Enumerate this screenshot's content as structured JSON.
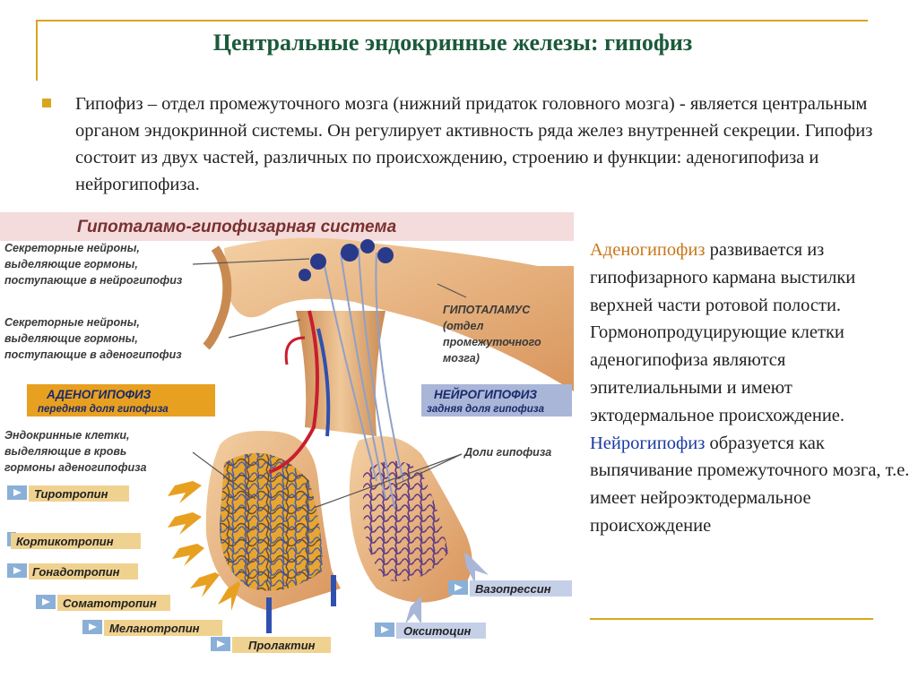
{
  "title": "Центральные эндокринные железы: гипофиз",
  "intro": "Гипофиз – отдел промежуточного мозга (нижний придаток головного мозга) - является центральным органом эндокринной системы. Он регулирует активность ряда желез внутренней секреции. Гипофиз состоит из двух частей, различных по происхождению, строению и функции: аденогипофиза и нейрогипофиза.",
  "diagram": {
    "heading": "Гипоталамо-гипофизарная система",
    "label_secretory_neuro": [
      "Секреторные нейроны,",
      "выделяющие гормоны,",
      "поступающие в нейрогипофиз"
    ],
    "label_secretory_adeno": [
      "Секреторные нейроны,",
      "выделяющие гормоны,",
      "поступающие в аденогипофиз"
    ],
    "label_hypothalamus": [
      "ГИПОТАЛАМУС",
      "(отдел",
      "промежуточного",
      "мозга)"
    ],
    "adeno_box": {
      "title": "АДЕНОГИПОФИЗ",
      "subtitle": "передняя доля гипофиза"
    },
    "neuro_box": {
      "title": "НЕЙРОГИПОФИЗ",
      "subtitle": "задняя доля гипофиза"
    },
    "label_endocrine": [
      "Эндокринные клетки,",
      "выделяющие в кровь",
      "гормоны аденогипофиза"
    ],
    "label_lobes": "Доли гипофиза",
    "hormones": [
      "Тиротропин",
      "Кортикотропин",
      "Гонадотропин",
      "Соматотропин",
      "Меланотропин",
      "Пролактин",
      "Окситоцин",
      "Вазопрессин"
    ],
    "colors": {
      "adeno_fill": "#e8a020",
      "tissue": "#e8b88a",
      "artery": "#cc2030",
      "vein": "#3050b0",
      "neuron": "#2a3a8a"
    }
  },
  "right": {
    "adeno_term": "Аденогипофиз",
    "adeno_text": " развивается из гипофизарного кармана выстилки верхней части ротовой полости. Гормонопродуцирующие клетки аденогипофиза являются эпителиальными и имеют эктодермальное происхождение.",
    "neuro_term": "Нейрогипофиз",
    "neuro_text": " образуется как выпячивание промежуточного мозга, т.е. имеет нейроэктодермальное происхождение"
  },
  "colors": {
    "title": "#1b5a3a",
    "accent": "#d9a520",
    "adeno": "#c8761a",
    "neuro": "#1a3aa0"
  }
}
